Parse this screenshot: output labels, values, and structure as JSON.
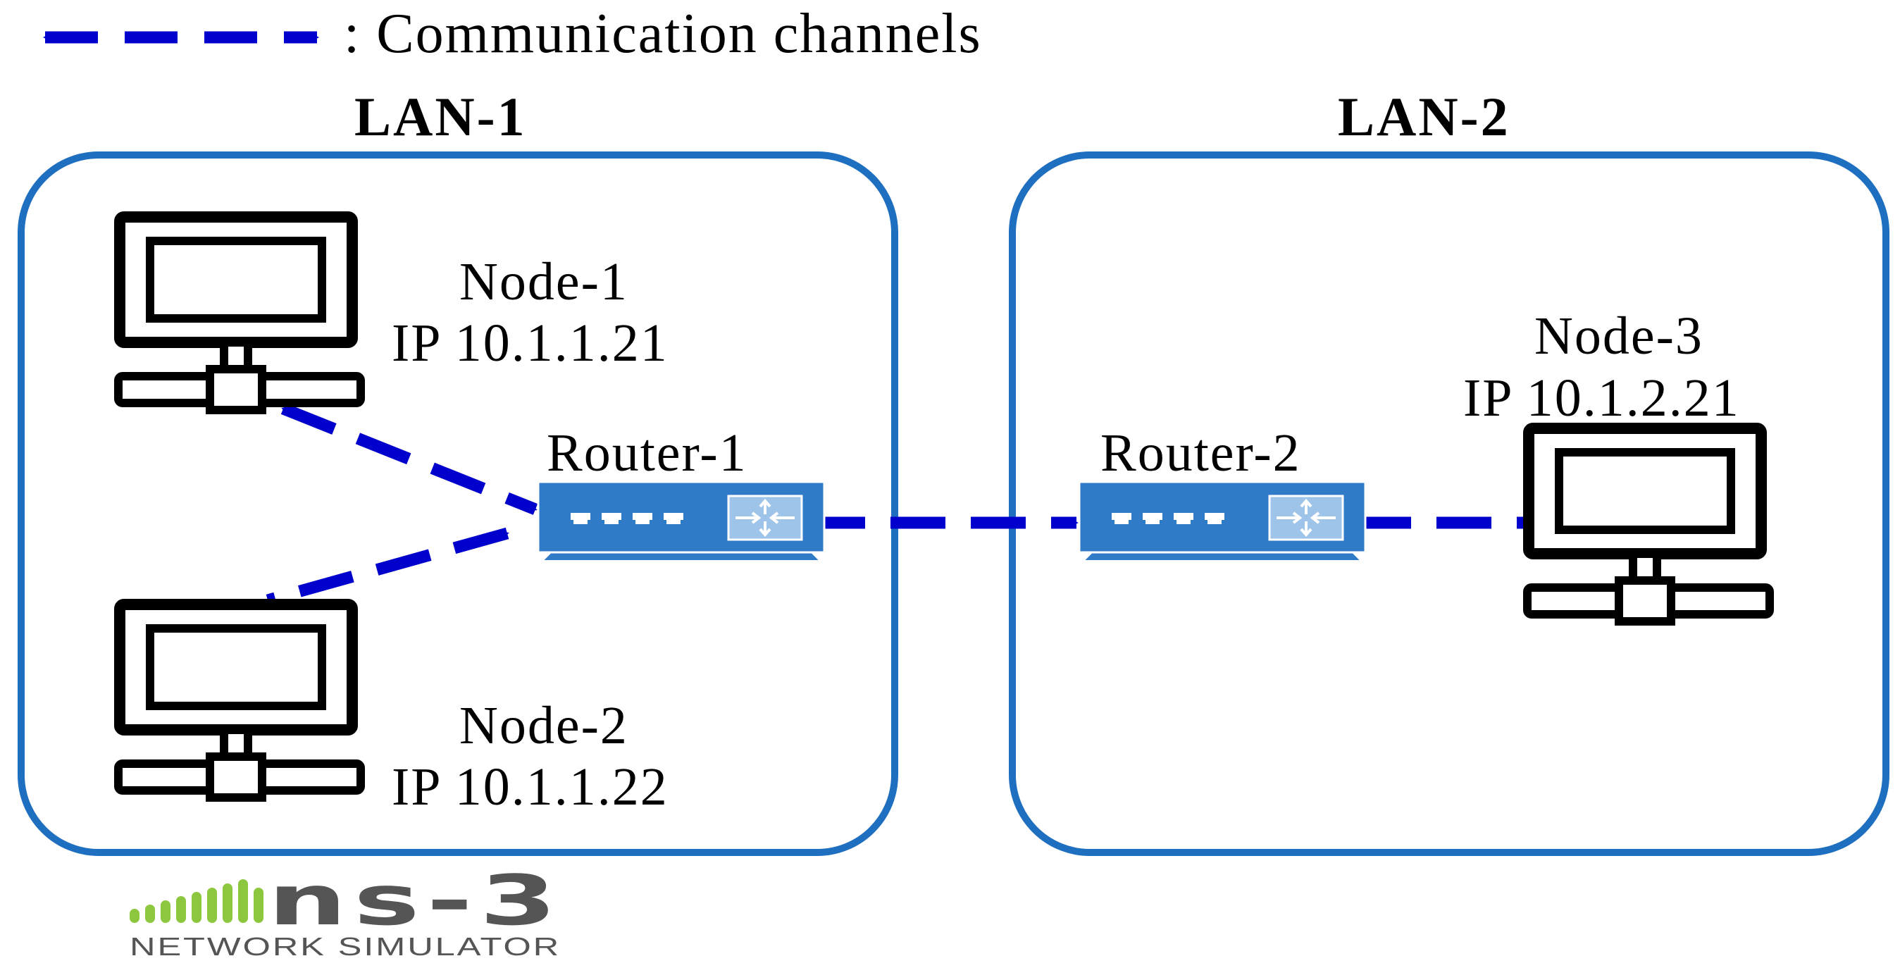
{
  "legend": {
    "label": ": Communication channels",
    "icon": "dashed-double-arrow-icon"
  },
  "lans": [
    {
      "title": "LAN-1"
    },
    {
      "title": "LAN-2"
    }
  ],
  "nodes": [
    {
      "name": "Node-1",
      "ip": "IP 10.1.1.21",
      "icon": "computer-icon"
    },
    {
      "name": "Node-2",
      "ip": "IP 10.1.1.22",
      "icon": "computer-icon"
    },
    {
      "name": "Node-3",
      "ip": "IP 10.1.2.21",
      "icon": "computer-icon"
    }
  ],
  "routers": [
    {
      "name": "Router-1",
      "icon": "router-icon"
    },
    {
      "name": "Router-2",
      "icon": "router-icon"
    }
  ],
  "logo": {
    "name": "ns-3",
    "tagline": "NETWORK SIMULATOR",
    "icon": "signal-bars-icon"
  },
  "colors": {
    "channel": "#0000cc",
    "lan_border": "#1f6fc0",
    "router_body": "#2f7bc8",
    "router_panel": "#9fc4ea",
    "logo_bars": "#8dc63f",
    "logo_text": "#555555"
  }
}
